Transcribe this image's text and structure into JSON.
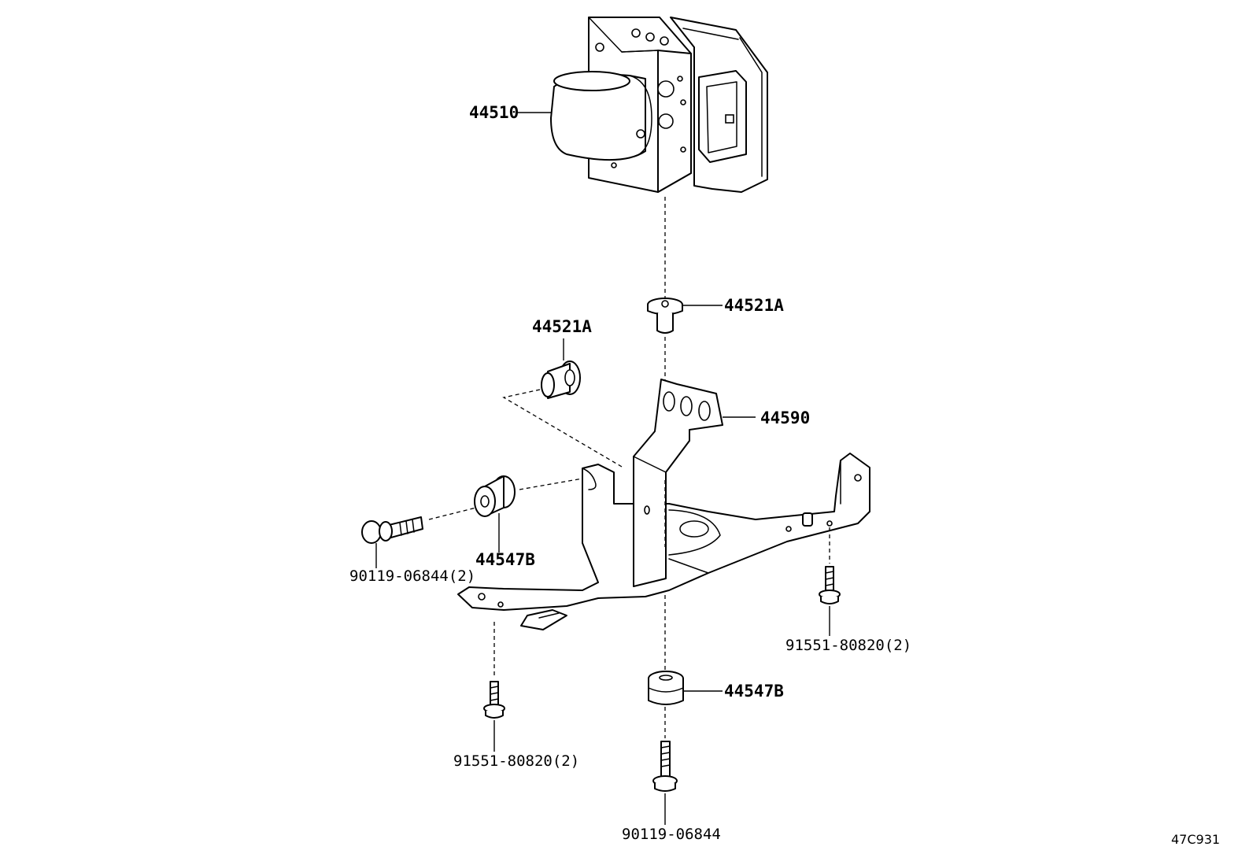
{
  "parts": {
    "actuator_main": "44510",
    "bushing_top": "44521A",
    "bushing_left": "44521A",
    "bracket": "44590",
    "cushion_left": "44547B",
    "cushion_bottom": "44547B",
    "bolt_left": "90119-06844(2)",
    "bolt_right": "91551-80820(2)",
    "bolt_bottom_left": "91551-80820(2)",
    "bolt_bottom": "90119-06844"
  },
  "diagram_code": "47C931"
}
